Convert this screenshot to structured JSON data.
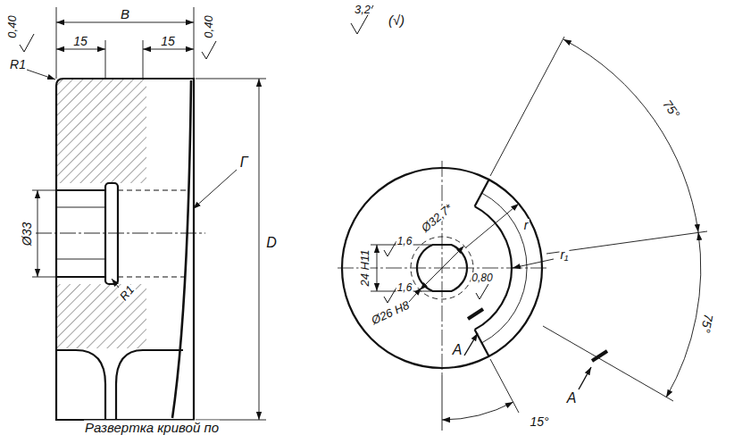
{
  "diagram": {
    "labels": [
      "0,40",
      "B",
      "15",
      "15",
      "0,40",
      "R1",
      "Ø33",
      "R1",
      "Г",
      "D",
      "Развертка кривой по",
      "3,2",
      "(√)",
      "75°",
      "Ø32,7*",
      "r",
      "24 H11",
      "1,6",
      "1,6",
      "Ø26 H8",
      "0,80",
      "r₁",
      "75°",
      "A",
      "A",
      "15°"
    ]
  }
}
